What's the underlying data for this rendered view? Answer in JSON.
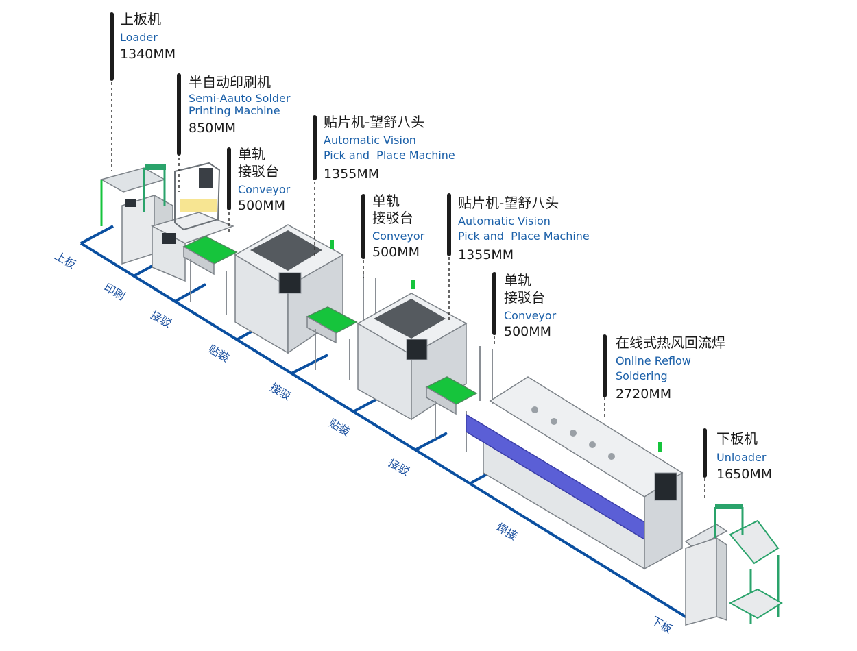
{
  "colors": {
    "baseline": "#0a4fa0",
    "machine_body": "#e6e8ea",
    "machine_edge": "#8a8f95",
    "conveyor_green": "#16c43c",
    "reflow_blue": "#5b5fd6",
    "label_blue": "#1a5fa8"
  },
  "machines": [
    {
      "cn": "上板机",
      "en": "Loader",
      "size": "1340MM"
    },
    {
      "cn": "半自动印刷机",
      "en": "Semi-Aauto Solder\nPrinting Machine",
      "size": "850MM"
    },
    {
      "cn": "单轨\n接驳台",
      "en": "Conveyor",
      "size": "500MM"
    },
    {
      "cn": "贴片机-望舒八头",
      "en": "Automatic Vision\nPick and  Place Machine",
      "size": "1355MM"
    },
    {
      "cn": "单轨\n接驳台",
      "en": "Conveyor",
      "size": "500MM"
    },
    {
      "cn": "贴片机-望舒八头",
      "en": "Automatic Vision\nPick and  Place Machine",
      "size": "1355MM"
    },
    {
      "cn": "单轨\n接驳台",
      "en": "Conveyor",
      "size": "500MM"
    },
    {
      "cn": "在线式热风回流焊",
      "en": "Online Reflow\nSoldering",
      "size": "2720MM"
    },
    {
      "cn": "下板机",
      "en": "Unloader",
      "size": "1650MM"
    }
  ],
  "stages": [
    "上板",
    "印刷",
    "接驳",
    "贴装",
    "接驳",
    "贴装",
    "接驳",
    "焊接",
    "下板"
  ]
}
